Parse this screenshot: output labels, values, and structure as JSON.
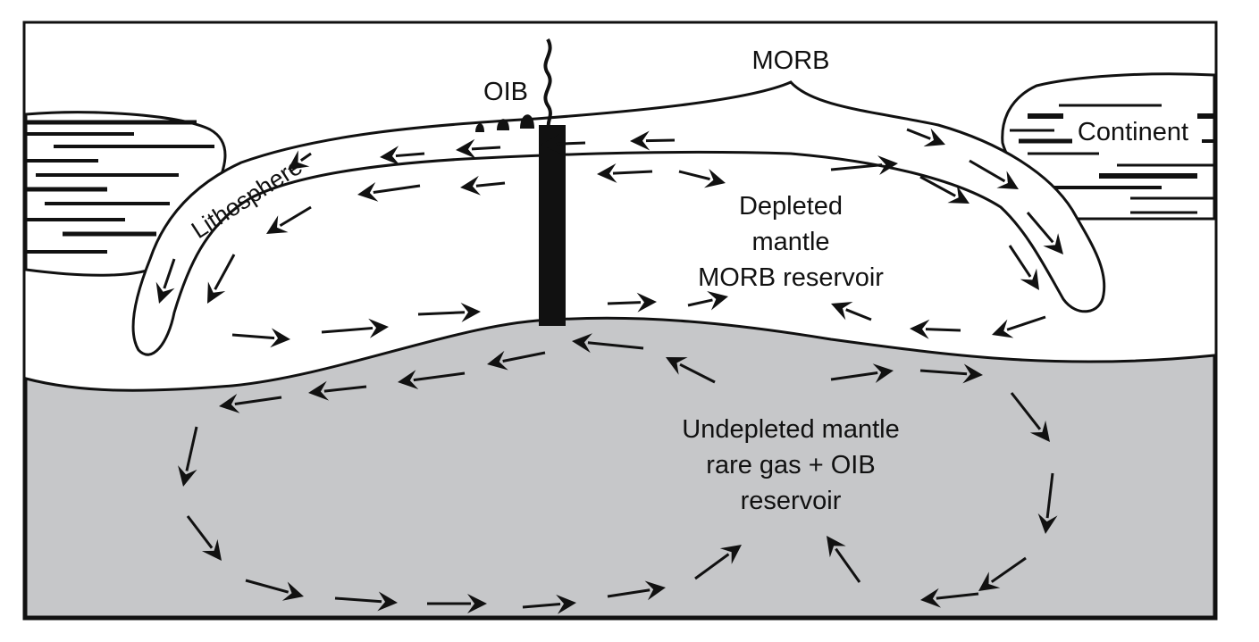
{
  "labels": {
    "morb": "MORB",
    "oib": "OIB",
    "continent": "Continent",
    "lithosphere": "Lithosphere",
    "depleted_line1": "Depleted",
    "depleted_line2": "mantle",
    "depleted_line3": "MORB reservoir",
    "undepleted_line1": "Undepleted mantle",
    "undepleted_line2": "rare gas + OIB",
    "undepleted_line3": "reservoir"
  },
  "colors": {
    "undepleted_mantle": "#c6c7c9",
    "outline": "#111111",
    "background": "#ffffff"
  }
}
